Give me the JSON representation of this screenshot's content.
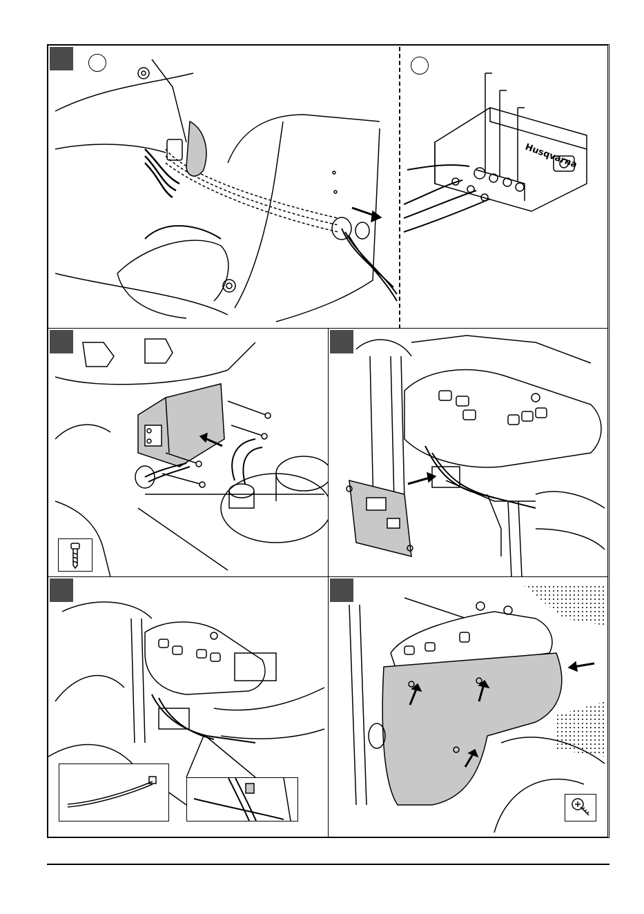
{
  "page": {
    "title": "",
    "panels": [
      {
        "id": "panel-1",
        "step": ""
      },
      {
        "id": "panel-2",
        "step": ""
      },
      {
        "id": "panel-3",
        "step": ""
      },
      {
        "id": "panel-4",
        "step": ""
      },
      {
        "id": "panel-5",
        "step": ""
      }
    ],
    "brand_on_module": "Husqvarna",
    "colors": {
      "stroke": "#000000",
      "badge": "#4a4a4a",
      "fill_part": "#c8c8c8",
      "background": "#ffffff"
    }
  }
}
